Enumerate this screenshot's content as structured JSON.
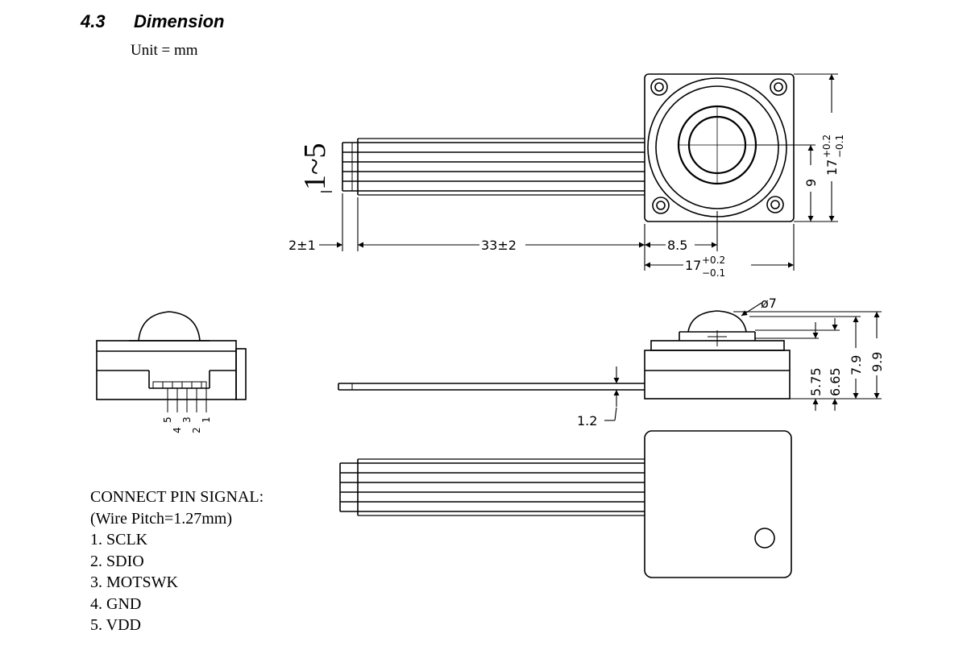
{
  "header": {
    "section_number": "4.3",
    "section_title": "Dimension",
    "unit_note": "Unit = mm"
  },
  "drawing": {
    "wire_range_label": "1~5",
    "dim_lead": "2±1",
    "dim_cable": "33±2",
    "dim_center": "8.5",
    "dim_width_base": "17",
    "dim_width_tol_plus": "+0.2",
    "dim_width_tol_minus": "−0.1",
    "dim_height_half": "9",
    "dim_height_base": "17",
    "dim_height_tol_plus": "+0.2",
    "dim_height_tol_minus": "−0.1",
    "dim_ball": "ø7",
    "dim_h1": "5.75",
    "dim_h2": "6.65",
    "dim_h3": "7.9",
    "dim_h4": "9.9",
    "dim_cable_thickness": "1.2",
    "pin_numbers_top": [
      "5",
      "3",
      "1"
    ],
    "pin_numbers_bottom": [
      "4",
      "2"
    ]
  },
  "pin_signal": {
    "title": "CONNECT PIN SIGNAL:",
    "pitch": "(Wire Pitch=1.27mm)",
    "items": [
      "1. SCLK",
      "2. SDIO",
      "3. MOTSWK",
      "4. GND",
      "5. VDD"
    ]
  }
}
